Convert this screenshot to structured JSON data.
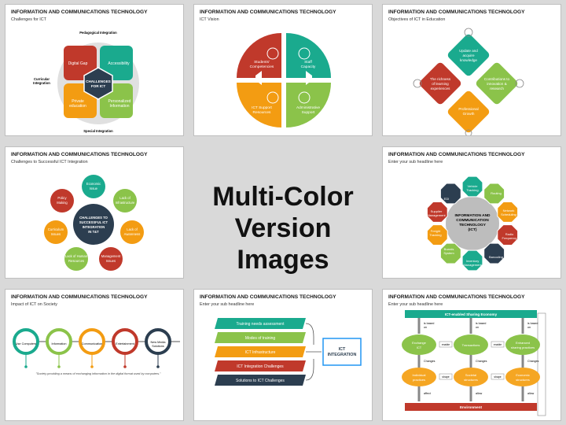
{
  "slides": [
    {
      "title": "INFORMATION AND COMMUNICATIONS TECHNOLOGY",
      "subtitle": "Challenges for ICT",
      "labels": {
        "top": "Pedagogical Integration",
        "left1": "Curricular",
        "left2": "Integration",
        "bottom": "Special Integration",
        "q1": "Digital Gap",
        "q2": "Accessibility",
        "q3a": "Private",
        "q3b": "education",
        "q4a": "Personalized",
        "q4b": "Information",
        "centerA": "CHALLENGES",
        "centerB": "FOR ICT"
      }
    },
    {
      "title": "INFORMATION AND COMMUNICATIONS TECHNOLOGY",
      "subtitle": "ICT Vision",
      "labels": {
        "q1a": "Students'",
        "q1b": "Competencies",
        "q2a": "Staff",
        "q2b": "Capacity",
        "q3a": "ICT Support",
        "q3b": "Resources",
        "q4a": "Administrative",
        "q4b": "Support"
      }
    },
    {
      "title": "INFORMATION AND COMMUNICATIONS TECHNOLOGY",
      "subtitle": "Objectives of ICT in Education",
      "labels": {
        "d1a": "Update and",
        "d1b": "acquire",
        "d1c": "knowledge",
        "d2a": "The richness",
        "d2b": "of learning",
        "d2c": "experiences",
        "d3a": "Contributions to",
        "d3b": "innovation &",
        "d3c": "research",
        "d4a": "Professional",
        "d4b": "Growth"
      }
    },
    {
      "title": "INFORMATION AND COMMUNICATIONS TECHNOLOGY",
      "subtitle": "Challenges to Successful ICT Integration",
      "labels": {
        "c1a": "Economic",
        "c1b": "Issue",
        "c2a": "Lack of",
        "c2b": "Infrastructure",
        "c3a": "Lack of",
        "c3b": "Awareness",
        "c4a": "Management",
        "c4b": "Issues",
        "c5a": "Lack of Human",
        "c5b": "Resources",
        "c6a": "Curriculum",
        "c6b": "Issues",
        "c7a": "Policy",
        "c7b": "Making",
        "centerA": "CHALLENGES TO",
        "centerB": "SUCCESSFUL ICT",
        "centerC": "INTEGRATION",
        "centerD": "IN T&T"
      }
    },
    {
      "title": "INFORMATION AND COMMUNICATIONS TECHNOLOGY",
      "subtitle": "Enter your sub headline here",
      "labels": {
        "centerA": "INFORMATION AND",
        "centerB": "COMMUNICATION",
        "centerC": "TECHNOLOGY",
        "centerD": "(ICT)",
        "o1": "EDI",
        "o2a": "Vehicle",
        "o2b": "Tracking",
        "o3": "Routing",
        "o4a": "Network",
        "o4b": "Scheduling",
        "o5a": "Radio",
        "o5b": "Frequency",
        "o6": "Barcoding",
        "o7a": "Inventory",
        "o7b": "Management",
        "o8a": "Boards",
        "o8b": "System",
        "o9a": "Freight",
        "o9b": "Tracking",
        "o10a": "Supplier",
        "o10b": "Management"
      }
    },
    {
      "title": "INFORMATION AND COMMUNICATIONS TECHNOLOGY",
      "subtitle": "Impact of ICT on Society",
      "labels": {
        "i1": "Use Computers",
        "i2": "Information",
        "i3": "Communication",
        "i4": "Entertainment",
        "i5a": "New Media",
        "i5b": "Solutions",
        "quote": "\"Society providing a means of exchanging information in the digital format used by computers.\""
      }
    },
    {
      "title": "INFORMATION AND COMMUNICATIONS TECHNOLOGY",
      "subtitle": "Enter your sub headline here",
      "labels": {
        "r1": "Training needs assessment",
        "r2": "Modes of training",
        "r3": "ICT Infrastructure",
        "r4": "ICT Integration Challenges",
        "r5": "Solutions to ICT Challenges",
        "boxA": "ICT",
        "boxB": "INTEGRATION"
      }
    },
    {
      "title": "INFORMATION AND COMMUNICATIONS TECHNOLOGY",
      "subtitle": "Enter your sub headline here",
      "labels": {
        "top": "ICT-enabled Sharing Economy",
        "based": "is based",
        "on": "on",
        "b1a": "Exchange",
        "b1b": "ICT",
        "b2": "Transactions",
        "b3a": "Enhanced",
        "b3b": "sharing practices",
        "enable": "enable",
        "changes": "Changes",
        "shape": "shape",
        "affect": "affect",
        "allow": "allow",
        "o1a": "Individual",
        "o1b": "practices",
        "o2a": "Societal",
        "o2b": "structures",
        "o3a": "Economic",
        "o3b": "structures",
        "bottom": "Environment"
      }
    }
  ],
  "center": {
    "line1": "Multi-Color",
    "line2": "Version Images"
  },
  "colors": {
    "red": "#c0392b",
    "teal": "#1aaa8e",
    "orange": "#f39c12",
    "green": "#8bc34a",
    "navy": "#2c3e50",
    "purple": "#8e44ad",
    "gray": "#bdbdbd",
    "amber": "#f5a623"
  }
}
